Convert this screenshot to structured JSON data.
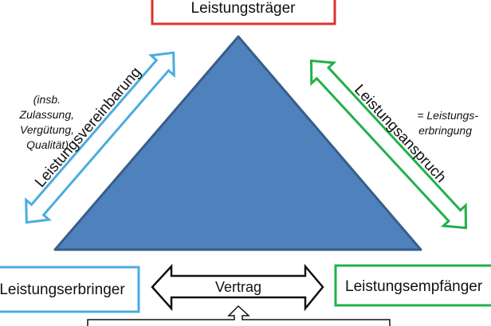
{
  "diagram": {
    "title": "Sozialrechtliches Leistungsdreieck",
    "nodes": {
      "top": {
        "label": "Leistungsträger",
        "color": "#E0312B"
      },
      "left": {
        "label": "Leistungserbringer",
        "color": "#4BACE0"
      },
      "right": {
        "label": "Leistungsempfänger",
        "color": "#22B04B"
      }
    },
    "edges": {
      "left": {
        "label": "Leistungsvereinbarung",
        "color": "#4BACE0",
        "note": [
          "(insb.",
          "Zulassung,",
          "Vergütung,",
          "Qualität)"
        ]
      },
      "right": {
        "label": "Leistungsanspruch",
        "color": "#22B04B",
        "note": [
          "= Leistungs-",
          "erbringung"
        ]
      },
      "bottom": {
        "label": "Vertrag",
        "color": "#111111"
      }
    },
    "triangle": {
      "fill": "#4F81BD",
      "stroke": "#385D8A"
    }
  }
}
